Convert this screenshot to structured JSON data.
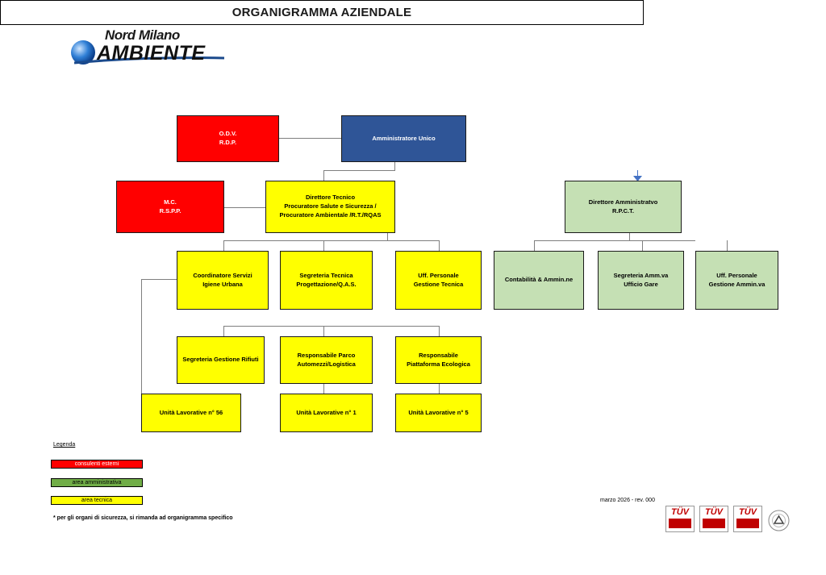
{
  "logo": {
    "line1": "Nord Milano",
    "line2": "AMBIENTE"
  },
  "title": "ORGANIGRAMMA AZIENDALE",
  "boxes": {
    "odv": "O.D.V.\nR.D.P.",
    "amministratore": "Amministratore Unico",
    "mc": "M.C.\nR.S.P.P.",
    "direttore_tecnico": "Direttore Tecnico\nProcuratore Salute e Sicurezza /\nProcuratore Ambientale /R.T./RQAS",
    "direttore_amministrativo": "Direttore Amministratvo\nR.P.C.T.",
    "coordinatore": "Coordinatore Servizi\nIgiene Urbana",
    "segreteria_tecnica": "Segreteria Tecnica\nProgettazione/Q.A.S.",
    "uff_personale_tecnica": "Uff. Personale\nGestione Tecnica",
    "contabilita": "Contabilità & Ammin.ne",
    "segreteria_amm": "Segreteria Amm.va\nUfficio Gare",
    "uff_personale_amm": "Uff. Personale\nGestione Ammin.va",
    "segreteria_rifiuti": "Segreteria Gestione Rifiuti",
    "resp_parco": "Responsabile Parco\nAutomezzi/Logistica",
    "resp_piattaforma": "Responsabile\nPiattaforma Ecologica",
    "unita_56": "Unità Lavorative n° 56",
    "unita_1": "Unità Lavorative n° 1",
    "unita_5": "Unità Lavorative n° 5"
  },
  "legend": {
    "heading": "Legenda",
    "items": [
      {
        "label": "consulenti esterni",
        "color": "#ff0000"
      },
      {
        "label": "area amministrativa",
        "color": "#70ad47"
      },
      {
        "label": "area tecnica",
        "color": "#ffff00"
      }
    ],
    "note": "* per gli organi di sicurezza, si rimanda ad organigramma specifico"
  },
  "revision": "marzo 2026 - rev. 000",
  "certifications": {
    "mark": "TÜV",
    "count": 3,
    "seal_icon": "accredia-seal-icon"
  },
  "colors": {
    "consulenti": "#ff0000",
    "vertice": "#2f5597",
    "tecnica": "#ffff00",
    "amministrativa": "#c5e0b4"
  }
}
